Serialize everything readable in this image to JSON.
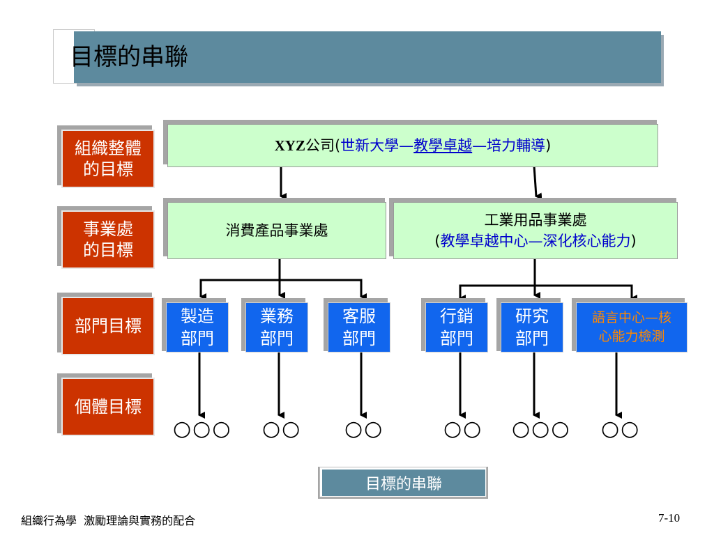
{
  "title": "目標的串聯",
  "levels": [
    {
      "line1": "組織整體",
      "line2": "的目標"
    },
    {
      "line1": "事業處",
      "line2": "的目標"
    },
    {
      "line1": "部門目標",
      "line2": ""
    },
    {
      "line1": "個體目標",
      "line2": ""
    }
  ],
  "company": {
    "prefix": "XYZ",
    "suffix": "公司(",
    "part1": "世新大學",
    "dash1": "—",
    "link": "教學卓越",
    "dash2": "—培力輔導",
    "close": ")"
  },
  "divisions": {
    "consumer": "消費產品事業處",
    "industrial_line1": "工業用品事業處",
    "industrial_open": "(",
    "industrial_line2": "教學卓越中心—深化核心能力",
    "industrial_close": ")"
  },
  "departments": [
    {
      "line1": "製造",
      "line2": "部門"
    },
    {
      "line1": "業務",
      "line2": "部門"
    },
    {
      "line1": "客服",
      "line2": "部門"
    },
    {
      "line1": "行銷",
      "line2": "部門"
    },
    {
      "line1": "研究",
      "line2": "部門"
    },
    {
      "line1": "語言中心—核",
      "line2": "心能力檢測"
    }
  ],
  "individuals": [
    "○○○",
    "○○",
    "○○",
    "○○",
    "○○○",
    "○○"
  ],
  "caption": "目標的串聯",
  "footer": {
    "left": "組織行為學  激勵理論與實務的配合",
    "right": "7-10"
  },
  "colors": {
    "title_bar": "#5d8a9e",
    "level_box": "#cc3300",
    "green_box": "#ccffcc",
    "dept_box": "#1166ee",
    "accent_text": "#0000cc",
    "orange_text": "#ff8800"
  }
}
